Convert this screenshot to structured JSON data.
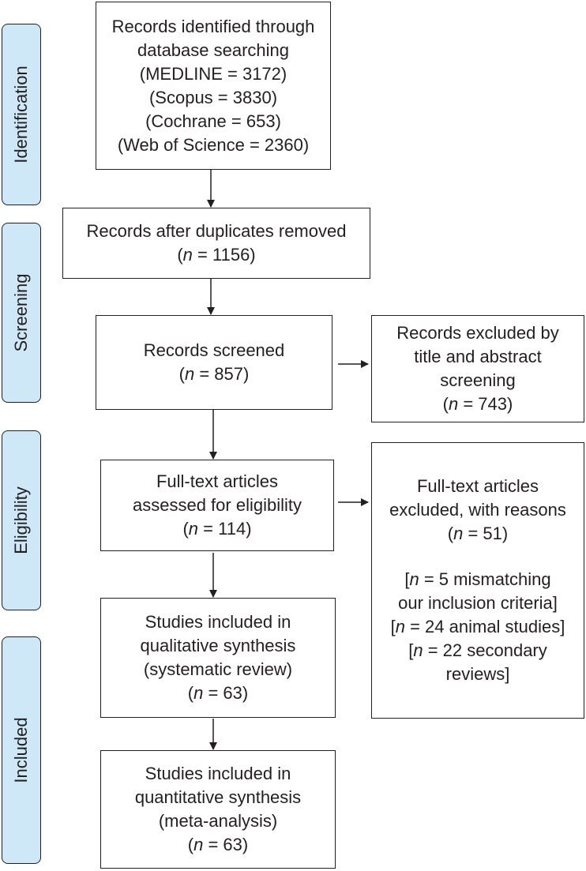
{
  "stages": {
    "identification": "Identification",
    "screening": "Screening",
    "eligibility": "Eligibility",
    "included": "Included"
  },
  "boxes": {
    "identified": {
      "line1": "Records identified through",
      "line2": "database searching",
      "line3": "(MEDLINE = 3172)",
      "line4": "(Scopus = 3830)",
      "line5": "(Cochrane = 653)",
      "line6": "(Web of Science = 2360)"
    },
    "duplicates_removed": {
      "line1": "Records after duplicates removed",
      "n_prefix": "(",
      "n_symbol": "n",
      "n_value": " = 1156)"
    },
    "screened": {
      "line1": "Records screened",
      "n_prefix": "(",
      "n_symbol": "n",
      "n_value": " = 857)"
    },
    "excluded_title_abstract": {
      "line1": "Records excluded by",
      "line2": "title and abstract",
      "line3": "screening",
      "n_prefix": "(",
      "n_symbol": "n",
      "n_value": " = 743)"
    },
    "fulltext_assessed": {
      "line1": "Full-text articles",
      "line2": "assessed for eligibility",
      "n_prefix": "(",
      "n_symbol": "n",
      "n_value": " = 114)"
    },
    "fulltext_excluded": {
      "line1": "Full-text articles",
      "line2": "excluded, with reasons",
      "n_prefix": "(",
      "n_symbol": "n",
      "n_value": " = 51)",
      "r1_prefix": "[",
      "r1_symbol": "n",
      "r1_value": " = 5 mismatching",
      "r1_cont": "our inclusion criteria]",
      "r2_prefix": "[",
      "r2_symbol": "n",
      "r2_value": " = 24 animal studies]",
      "r3_prefix": "[",
      "r3_symbol": "n",
      "r3_value": " = 22 secondary",
      "r3_cont": "reviews]"
    },
    "qualitative": {
      "line1": "Studies included in",
      "line2": "qualitative synthesis",
      "line3": "(systematic review)",
      "n_prefix": "(",
      "n_symbol": "n",
      "n_value": " = 63)"
    },
    "quantitative": {
      "line1": "Studies included in",
      "line2": "quantitative synthesis",
      "line3": "(meta-analysis)",
      "n_prefix": "(",
      "n_symbol": "n",
      "n_value": " = 63)"
    }
  },
  "colors": {
    "stage_fill": "#cfe8f8",
    "line": "#231f20"
  }
}
